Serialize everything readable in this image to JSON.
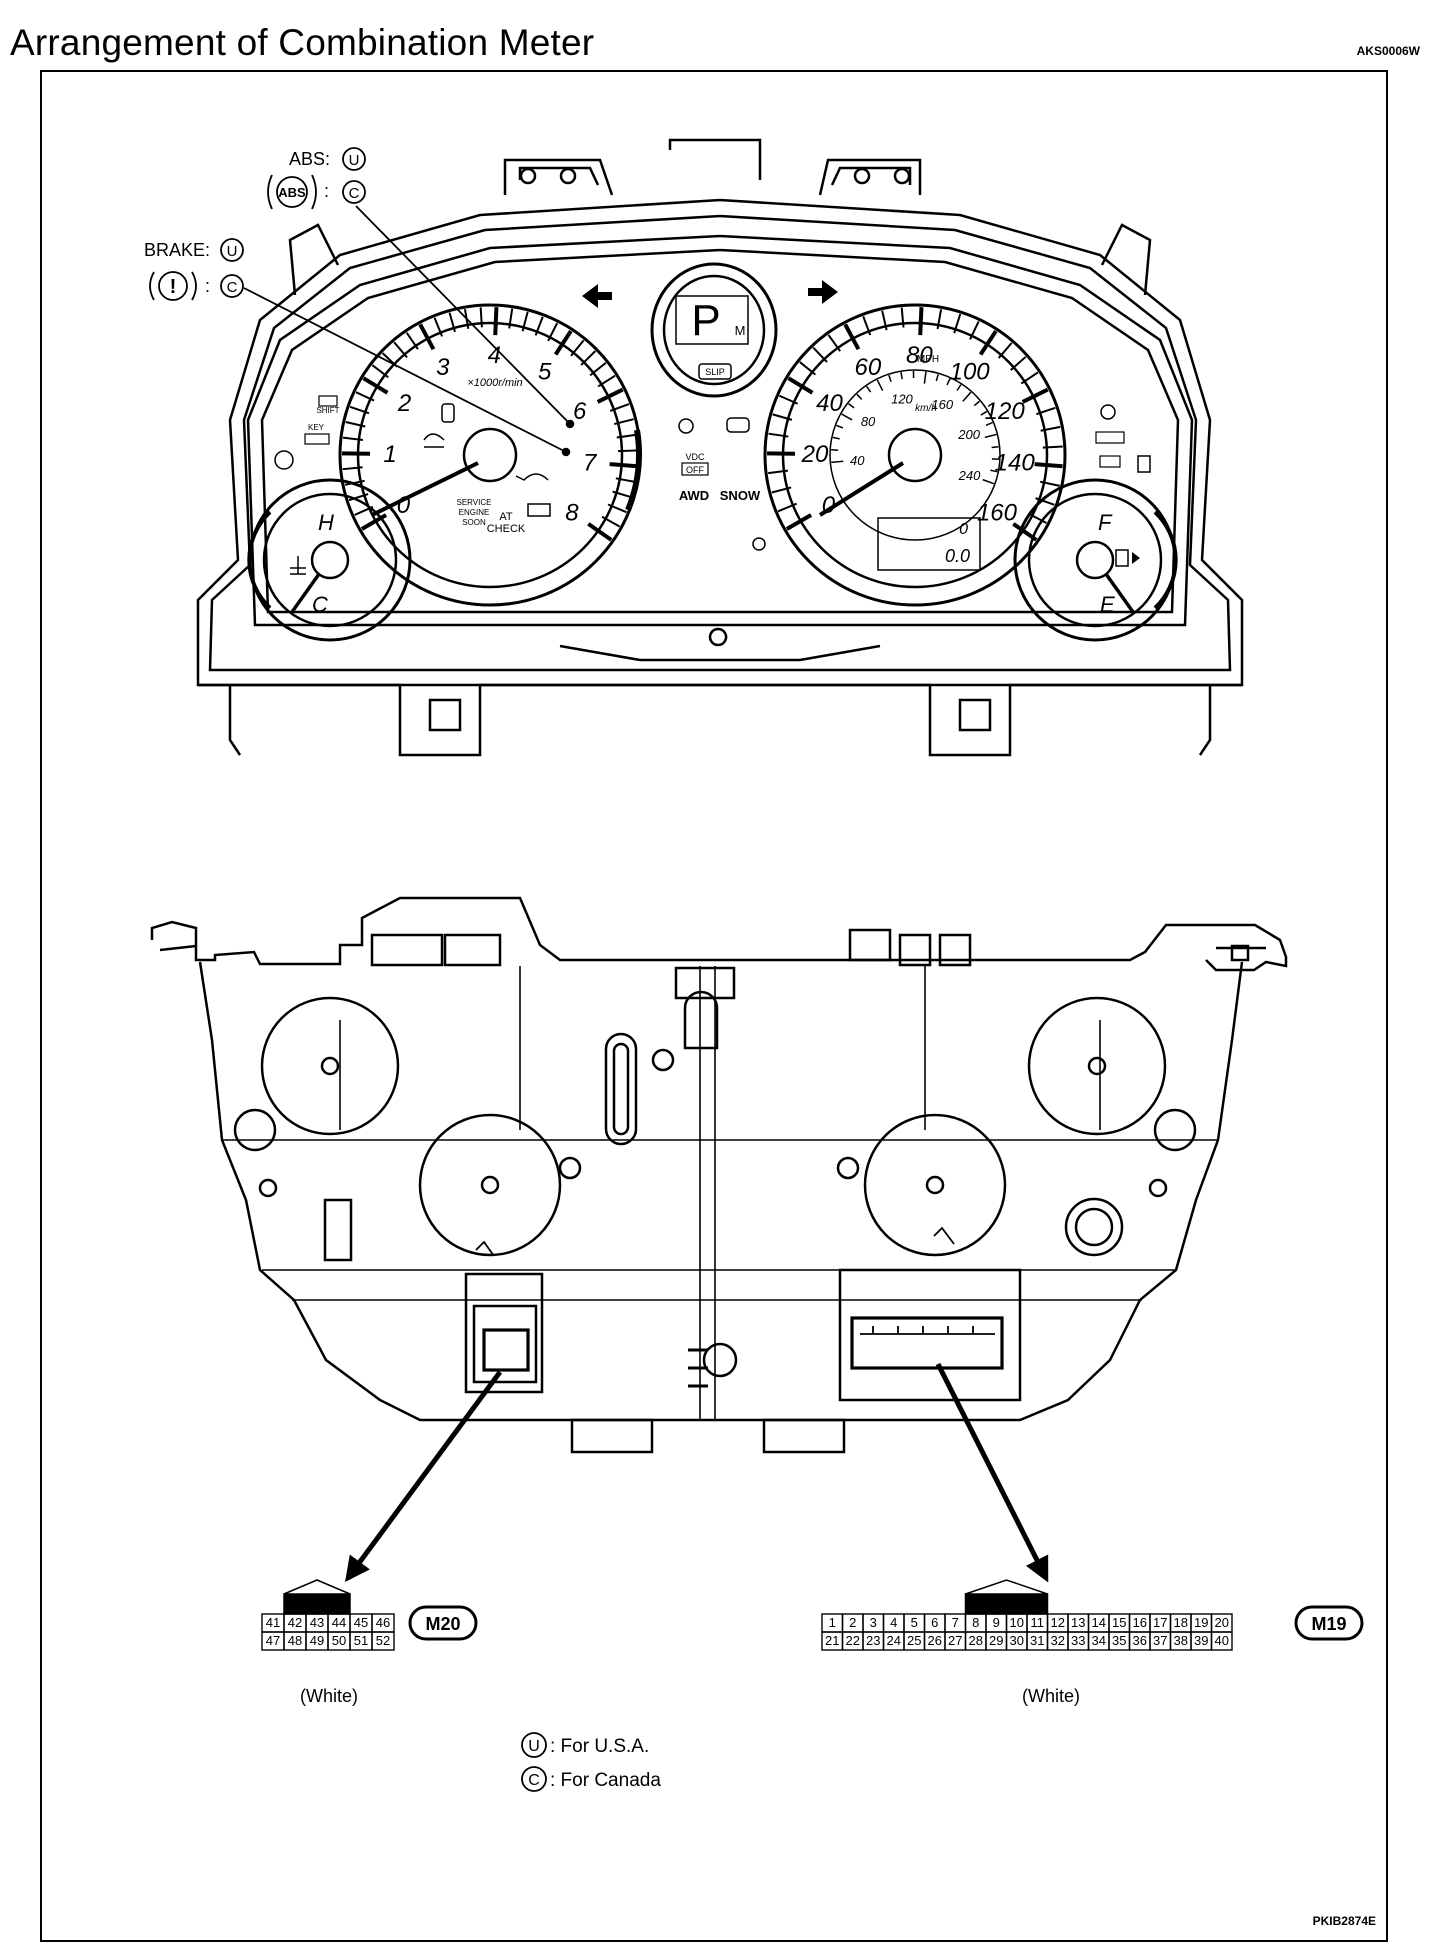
{
  "title": "Arrangement of Combination Meter",
  "code_top_right": "AKS0006W",
  "code_bottom_right": "PKIB2874E",
  "callouts": {
    "abs_label": "ABS:",
    "abs_badge": "ABS",
    "brake_label": "BRAKE:",
    "brake_badge": "!",
    "usa_letter": "U",
    "canada_letter": "C"
  },
  "tachometer": {
    "numbers": [
      "0",
      "1",
      "2",
      "3",
      "4",
      "5",
      "6",
      "7",
      "8"
    ],
    "unit": "×1000r/min",
    "labels": [
      "SERVICE",
      "ENGINE",
      "SOON",
      "AT",
      "CHECK"
    ]
  },
  "speedometer": {
    "mph_numbers": [
      "0",
      "20",
      "40",
      "60",
      "80",
      "100",
      "120",
      "140",
      "160"
    ],
    "kmh_numbers": [
      "40",
      "80",
      "120",
      "160",
      "200",
      "240"
    ],
    "mph_unit": "MPH",
    "kmh_unit": "km/h",
    "odometer": [
      "0",
      "0.0"
    ]
  },
  "temp_gauge": {
    "high": "H",
    "low": "C"
  },
  "fuel_gauge": {
    "full": "F",
    "empty": "E"
  },
  "center": {
    "gear": "P",
    "mode": "M",
    "slip": "SLIP",
    "vdc": [
      "VDC",
      "OFF"
    ],
    "awd": "AWD",
    "snow": "SNOW"
  },
  "left_indicators": [
    "SHIFT",
    "KEY"
  ],
  "connectors": {
    "m20": {
      "id": "M20",
      "row1": [
        "41",
        "42",
        "43",
        "44",
        "45",
        "46"
      ],
      "row2": [
        "47",
        "48",
        "49",
        "50",
        "51",
        "52"
      ],
      "color": "(White)"
    },
    "m19": {
      "id": "M19",
      "row1": [
        "1",
        "2",
        "3",
        "4",
        "5",
        "6",
        "7",
        "8",
        "9",
        "10",
        "11",
        "12",
        "13",
        "14",
        "15",
        "16",
        "17",
        "18",
        "19",
        "20"
      ],
      "row2": [
        "21",
        "22",
        "23",
        "24",
        "25",
        "26",
        "27",
        "28",
        "29",
        "30",
        "31",
        "32",
        "33",
        "34",
        "35",
        "36",
        "37",
        "38",
        "39",
        "40"
      ],
      "color": "(White)"
    }
  },
  "legend": [
    {
      "letter": "U",
      "text": ": For U.S.A."
    },
    {
      "letter": "C",
      "text": ": For Canada"
    }
  ]
}
